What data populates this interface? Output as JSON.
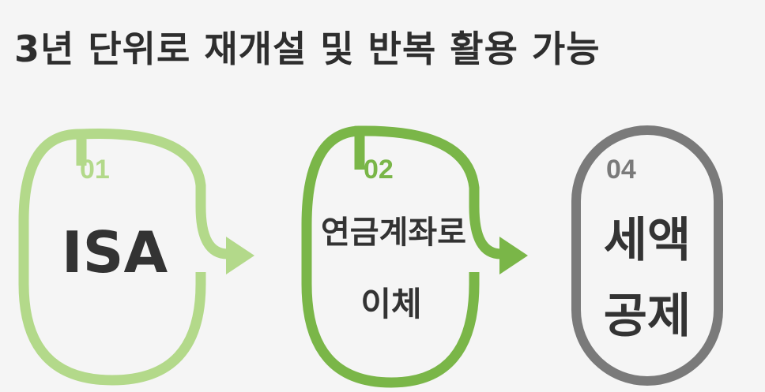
{
  "title": "3년 단위로 재개설 및 반복 활용 가능",
  "colors": {
    "step1": "#b3d98a",
    "step2": "#7ab648",
    "step4": "#7a7a7a",
    "text": "#333333"
  },
  "steps": [
    {
      "number": "01",
      "label": "ISA"
    },
    {
      "number": "02",
      "label_line1": "연금계좌로",
      "label_line2": "이체"
    },
    {
      "number": "04",
      "label_line1": "세액",
      "label_line2": "공제"
    }
  ]
}
